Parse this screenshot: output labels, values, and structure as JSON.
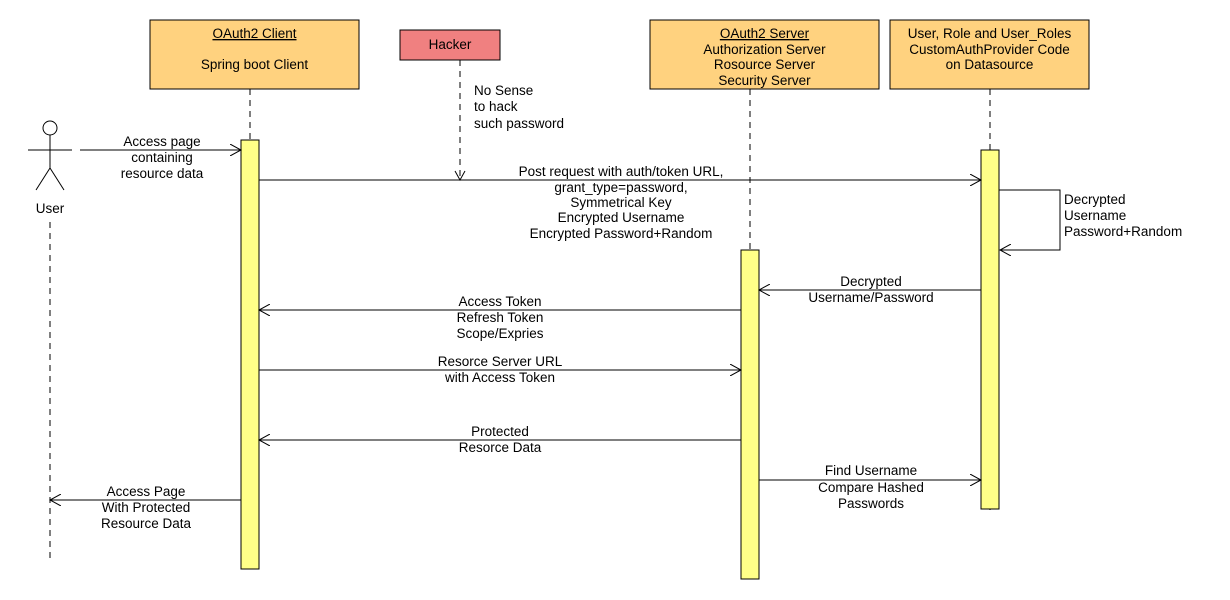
{
  "participants": {
    "client": {
      "title": "OAuth2 Client",
      "lines": [
        "",
        "Spring boot Client"
      ]
    },
    "hacker": {
      "title": "Hacker"
    },
    "server": {
      "title": "OAuth2 Server",
      "lines": [
        "Authorization Server",
        "Rosource Server",
        "Security Server"
      ]
    },
    "datasource": {
      "lines": [
        "User, Role and User_Roles",
        "CustomAuthProvider Code",
        "on Datasource"
      ]
    },
    "user": {
      "label": "User"
    }
  },
  "notes": {
    "hacker": [
      "No Sense",
      "to hack",
      "such password"
    ]
  },
  "messages": [
    {
      "id": "m1",
      "lines": [
        "Access page",
        "containing",
        "resource data"
      ]
    },
    {
      "id": "m2",
      "lines": [
        "Post request with auth/token URL,",
        "grant_type=password,",
        "Symmetrical Key",
        "Encrypted Username",
        "Encrypted Password+Random"
      ]
    },
    {
      "id": "m3",
      "lines": [
        "Decrypted",
        "Username",
        "Password+Random"
      ]
    },
    {
      "id": "m4",
      "lines": [
        "Decrypted",
        "Username/Password"
      ]
    },
    {
      "id": "m5",
      "lines": [
        "Access Token",
        "Refresh Token",
        "Scope/Expries"
      ]
    },
    {
      "id": "m6",
      "lines": [
        "Resorce Server URL",
        "with Access Token"
      ]
    },
    {
      "id": "m7",
      "lines": [
        "Protected",
        "Resorce Data"
      ]
    },
    {
      "id": "m8",
      "lines": [
        "Find Username",
        "Compare Hashed",
        "Passwords"
      ]
    },
    {
      "id": "m9",
      "lines": [
        "Access Page",
        "With Protected",
        "Resource Data"
      ]
    }
  ]
}
